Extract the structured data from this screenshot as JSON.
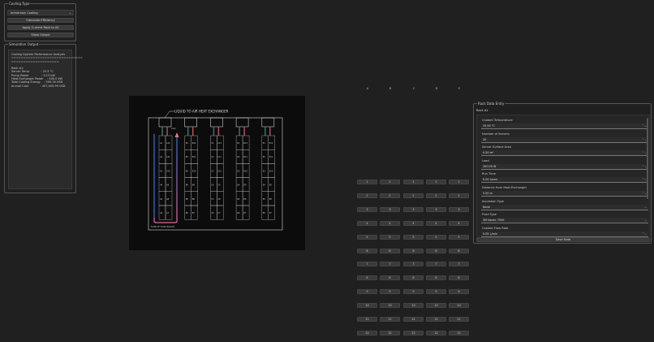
{
  "cooling_type": {
    "title": "Cooling Type",
    "selected": "Immersion Cooling",
    "buttons": [
      "Calculate Efficiency",
      "Apply Current Rack to All",
      "Show Output"
    ]
  },
  "simulation_output": {
    "title": "Simulation Output",
    "text": "Cooling System Performance Analysis\n==============================\n====================\n\nRack A1:\nServer Temp             : 25.5 °C\nPump Power              : 0.13 kW\nHeat Exchanger Power    : 400.0 kW\nTotal Cooling Energy    : 500.16 USD\nAnnual Cost             : 457,005.99 USD"
  },
  "diagram": {
    "heat_exchanger_label": "LIQUID TO AIR HEAT EXCHANGER",
    "pump_label": "PUMP",
    "flow_label": "FLOW OF FLUID IN RACK",
    "racks": [
      "A",
      "B",
      "C",
      "D",
      "E"
    ],
    "colors": {
      "cold": "#2e7d6e",
      "hot": "#c0505a",
      "flow_start": "#3a6fd8",
      "flow_end": "#e06aa0"
    }
  },
  "rack_grid": {
    "columns": [
      "A",
      "B",
      "C",
      "D",
      "E"
    ],
    "rows": [
      "1",
      "2",
      "3",
      "4",
      "5",
      "6",
      "7",
      "8",
      "9",
      "10",
      "11",
      "12"
    ]
  },
  "rack_data_entry": {
    "title": "Rack Data Entry",
    "rack": "Rack A1",
    "fields": [
      {
        "label": "Coolant Temperature",
        "value": "25.00 °C",
        "control": "spin"
      },
      {
        "label": "Number of Servers",
        "value": "20",
        "control": "spin"
      },
      {
        "label": "Server Surface Area",
        "value": "0.50 m²",
        "control": "spin"
      },
      {
        "label": "Load",
        "value": "200.00 W",
        "control": "spin"
      },
      {
        "label": "Run Time",
        "value": "0.00 hours",
        "control": "spin"
      },
      {
        "label": "Distance from Heat Exchanger",
        "value": "5.00 m",
        "control": "spin"
      },
      {
        "label": "Insulation Type",
        "value": "None",
        "control": "combo"
      },
      {
        "label": "Fluid Type",
        "value": "3M Novec 7000",
        "control": "combo"
      },
      {
        "label": "Coolant Flow Rate",
        "value": "0.05 L/min",
        "control": "spin"
      }
    ],
    "save_label": "Save Data"
  }
}
